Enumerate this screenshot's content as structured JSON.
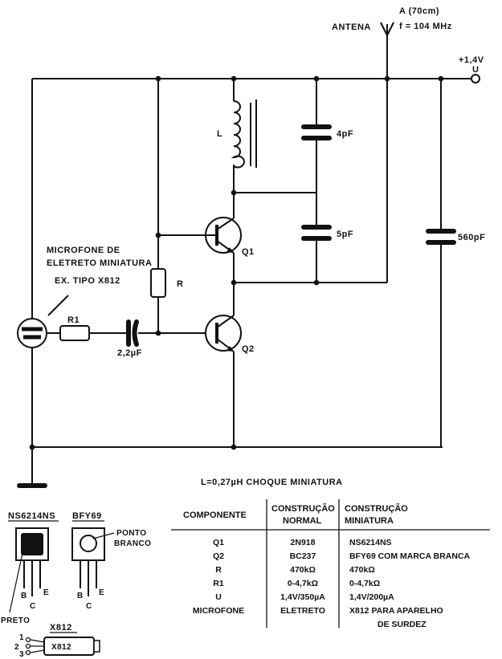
{
  "labels": {
    "antenna": "ANTENA",
    "antenna_spec_1": "A (70cm)",
    "antenna_spec_2": "f = 104 MHz",
    "supply": "+1,4V",
    "supply_u": "U",
    "inductor": "L",
    "cap_4": "4pF",
    "cap_5": "5pF",
    "cap_560": "560pF",
    "q1": "Q1",
    "q2": "Q2",
    "resistor_r": "R",
    "resistor_r1": "R1",
    "cap_coupling": "2,2µF",
    "mic_line1": "MICROFONE DE",
    "mic_line2": "ELETRETO MINIATURA",
    "mic_line3": "EX. TIPO X812",
    "note": "L=0,27µH CHOQUE MINIATURA"
  },
  "pinouts": {
    "ns_title": "NS6214NS",
    "bfy_title": "BFY69",
    "ponto_line1": "PONTO",
    "ponto_line2": "BRANCO",
    "preto": "PRETO",
    "pin_b": "B",
    "pin_c": "C",
    "pin_e": "E",
    "x812_title": "X812",
    "x812_body": "X812",
    "pin1": "1",
    "pin2": "2",
    "pin3": "3"
  },
  "table": {
    "headers": [
      "COMPONENTE",
      "CONSTRUÇÃO NORMAL",
      "CONSTRUÇÃO MINIATURA"
    ],
    "header_lines": [
      [
        "COMPONENTE"
      ],
      [
        "CONSTRUÇÃO",
        "NORMAL"
      ],
      [
        "CONSTRUÇÃO",
        "MINIATURA"
      ]
    ],
    "rows": [
      [
        "Q1",
        "2N918",
        "NS6214NS"
      ],
      [
        "Q2",
        "BC237",
        "BFY69 COM MARCA BRANCA"
      ],
      [
        "R",
        "470kΩ",
        "470kΩ"
      ],
      [
        "R1",
        "0-4,7kΩ",
        "0-4,7kΩ"
      ],
      [
        "U",
        "1,4V/350µA",
        "1,4V/200µA"
      ],
      [
        "MICROFONE",
        "ELETRETO",
        "X812 PARA APARELHO"
      ],
      [
        "",
        "",
        "DE SURDEZ"
      ]
    ]
  }
}
